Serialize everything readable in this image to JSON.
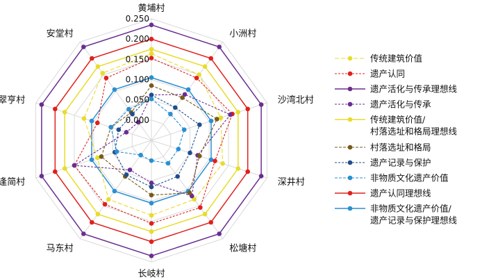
{
  "chart_data": {
    "type": "radar",
    "categories": [
      "黄埔村",
      "小洲村",
      "沙湾北村",
      "深井村",
      "松塘村",
      "长岐村",
      "马东村",
      "逢简村",
      "翠亨村",
      "安堂村"
    ],
    "rlim": [
      -0.05,
      0.25
    ],
    "ticks": [
      0.0,
      0.05,
      0.1,
      0.15,
      0.2,
      0.25
    ],
    "tick_labels": [
      "0.000",
      "0.050",
      "0.100",
      "0.150",
      "0.200",
      "0.250"
    ],
    "grid": true,
    "legend_position": "right",
    "series": [
      {
        "name": "传统建筑价值",
        "color": "#e8dc2a",
        "dash": "6,3",
        "values": [
          0.164,
          0.15,
          0.13,
          0.135,
          0.13,
          0.135,
          0.13,
          0.09,
          0.125,
          0.155
        ]
      },
      {
        "name": "遗产认同",
        "color": "#e0201b",
        "dash": "3,2",
        "values": [
          0.153,
          0.14,
          0.16,
          0.115,
          0.155,
          0.155,
          0.145,
          0.15,
          0.09,
          0.14
        ]
      },
      {
        "name": "遗产活化与传承理想线",
        "color": "#6a2d91",
        "dash": "",
        "values": [
          0.235,
          0.235,
          0.235,
          0.235,
          0.235,
          0.235,
          0.235,
          0.235,
          0.235,
          0.235
        ]
      },
      {
        "name": "遗产活化与传承",
        "color": "#6a2d91",
        "dash": "3,2",
        "values": [
          0.062,
          0.09,
          0.155,
          0.07,
          0.12,
          0.055,
          0.04,
          0.15,
          0.015,
          0.005
        ]
      },
      {
        "name": "传统建筑价值/村落选址和格局理想线",
        "color": "#e8dc2a",
        "dash": "",
        "values": [
          0.175,
          0.175,
          0.175,
          0.175,
          0.175,
          0.175,
          0.175,
          0.175,
          0.175,
          0.175
        ]
      },
      {
        "name": "村落选址和格局",
        "color": "#7a5a1a",
        "dash": "4,2",
        "values": [
          0.085,
          0.08,
          0.12,
          0.075,
          0.11,
          0.085,
          0.06,
          0.08,
          0.055,
          0.035
        ]
      },
      {
        "name": "遗产记录与保护",
        "color": "#1f4e8c",
        "dash": "3,2",
        "values": [
          0.062,
          0.05,
          0.075,
          0.05,
          0.06,
          0.065,
          0.055,
          0.045,
          0.035,
          0.03
        ]
      },
      {
        "name": "非物质文化遗产价值",
        "color": "#2a8fd1",
        "dash": "4,2",
        "values": [
          0.052,
          0.03,
          0.035,
          0.02,
          0.02,
          0.0,
          -0.005,
          0.04,
          0.055,
          0.045
        ]
      },
      {
        "name": "遗产认同理想线",
        "color": "#e0201b",
        "dash": "",
        "values": [
          0.2,
          0.2,
          0.2,
          0.2,
          0.2,
          0.2,
          0.2,
          0.2,
          0.2,
          0.2
        ]
      },
      {
        "name": "非物质文化遗产价值/遗产记录与保护理想线",
        "color": "#2a8fd1",
        "dash": "",
        "values": [
          0.105,
          0.105,
          0.105,
          0.105,
          0.105,
          0.105,
          0.105,
          0.105,
          0.105,
          0.105
        ]
      }
    ],
    "legend_entries": [
      [
        "传统建筑价值"
      ],
      [
        "遗产认同"
      ],
      [
        "遗产活化与传承理想线"
      ],
      [
        "遗产活化与传承"
      ],
      [
        "传统建筑价值/",
        "村落选址和格局理想线"
      ],
      [
        "村落选址和格局"
      ],
      [
        "遗产记录与保护"
      ],
      [
        "非物质文化遗产价值"
      ],
      [
        "遗产认同理想线"
      ],
      [
        "非物质文化遗产价值/",
        "遗产记录与保护理想线"
      ]
    ]
  }
}
